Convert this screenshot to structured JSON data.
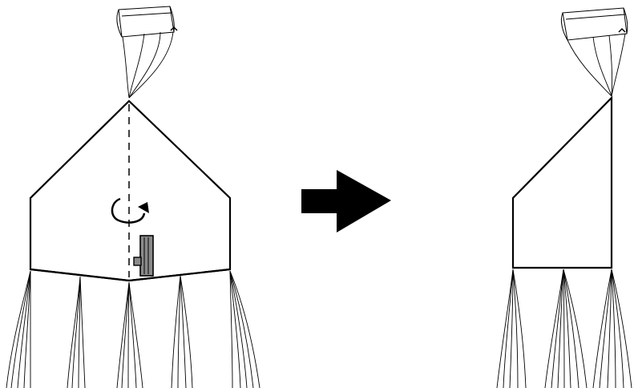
{
  "figure": {
    "background_color": "#ffffff",
    "ink_color": "#000000",
    "badge_fill_color": "#8a8a8a",
    "left_panel": {
      "shape": "full-canopy",
      "fold_axis": "vertical-dashed-center-line",
      "rotation_icon": "rotate-arrow-icon",
      "badge_icon": "grey-tab-icon"
    },
    "arrow": {
      "icon": "right-arrow-icon",
      "meaning": "fold in half"
    },
    "right_panel": {
      "shape": "half-canopy-folded"
    }
  }
}
